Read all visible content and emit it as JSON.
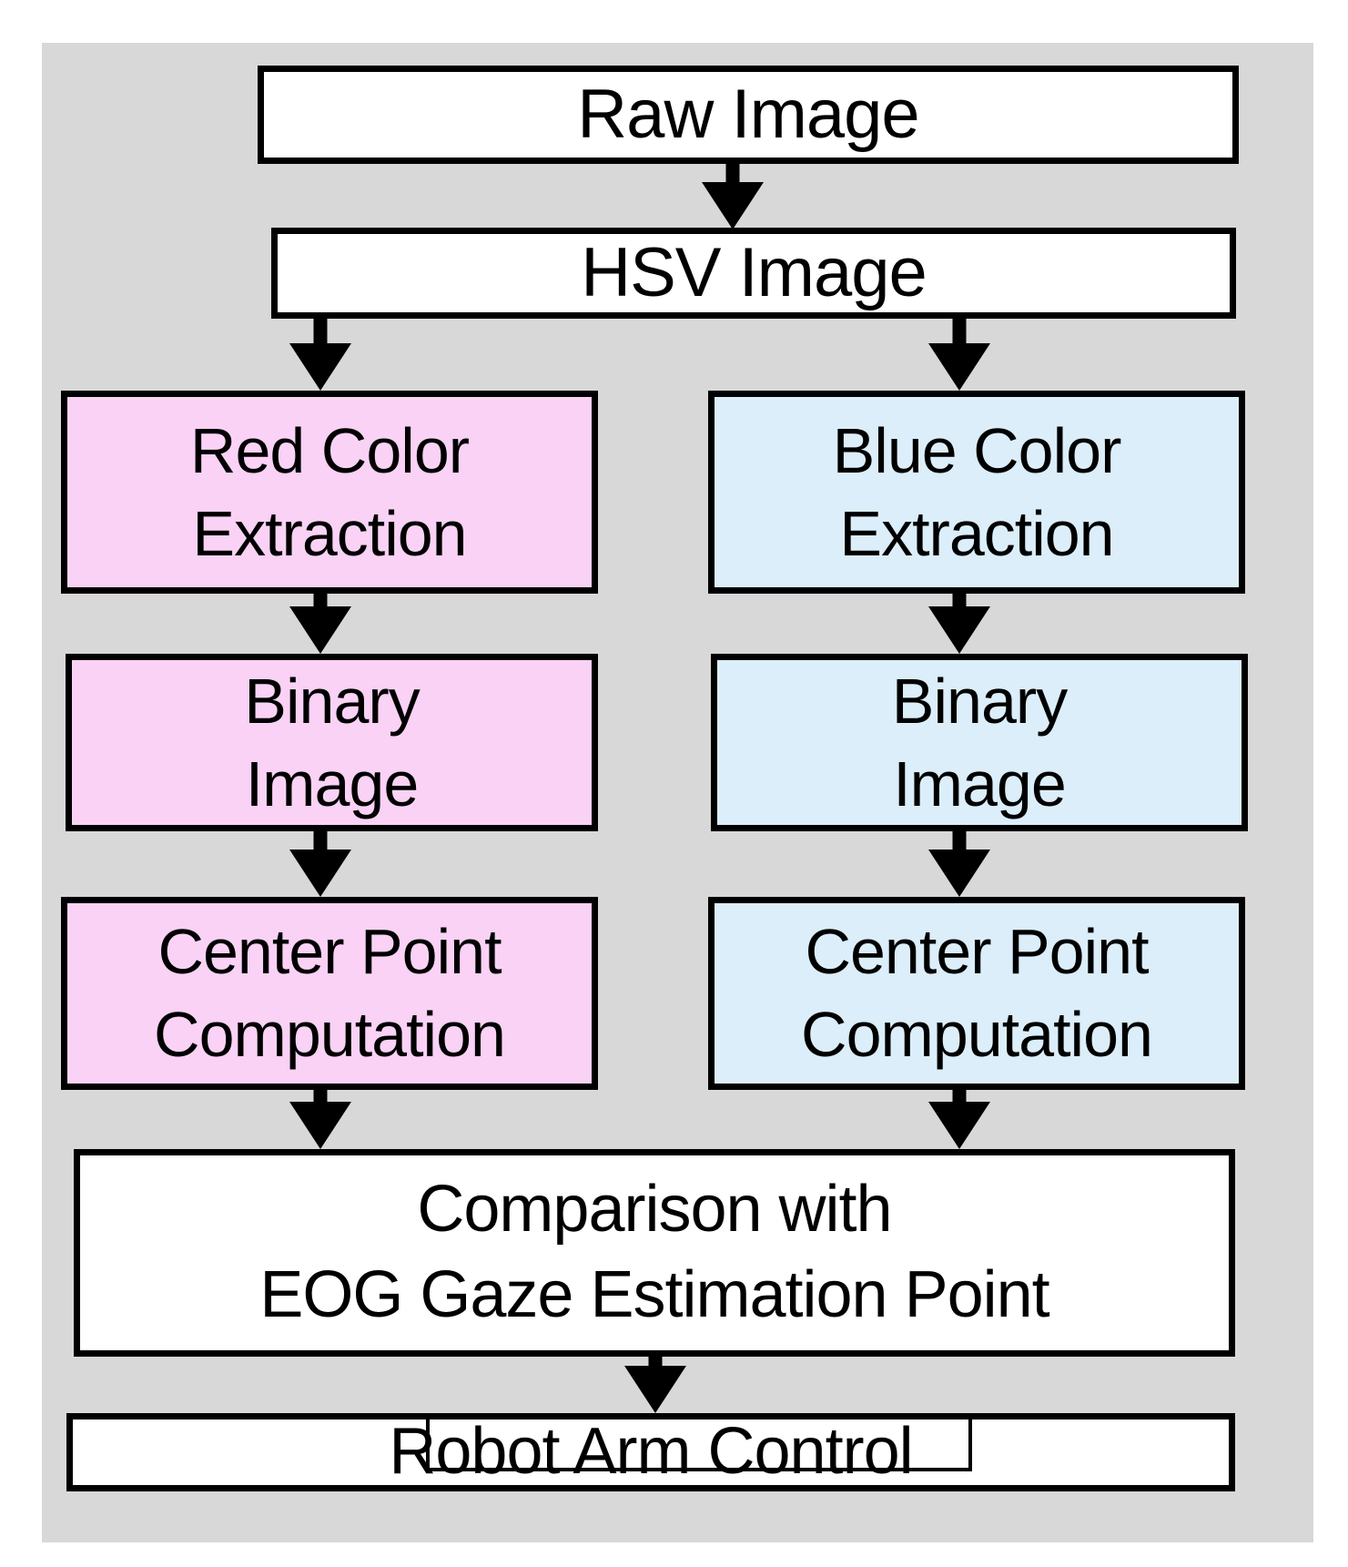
{
  "diagram": {
    "description_colors": {
      "panel_background": "#d8d8d8",
      "white_box_fill": "#ffffff",
      "pink_box_fill": "#f9d2f5",
      "blue_box_fill": "#dbeef9",
      "box_border": "#000000",
      "arrow": "#000000",
      "text": "#000000"
    },
    "nodes": {
      "raw": {
        "label": "Raw Image",
        "fill": "#ffffff"
      },
      "hsv": {
        "label": "HSV Image",
        "fill": "#ffffff"
      },
      "red_extraction": {
        "lines": [
          "Red Color",
          "Extraction"
        ],
        "fill": "#f9d2f5"
      },
      "blue_extraction": {
        "lines": [
          "Blue Color",
          "Extraction"
        ],
        "fill": "#dbeef9"
      },
      "red_binary": {
        "lines": [
          "Binary",
          "Image"
        ],
        "fill": "#f9d2f5"
      },
      "blue_binary": {
        "lines": [
          "Binary",
          "Image"
        ],
        "fill": "#dbeef9"
      },
      "red_center": {
        "lines": [
          "Center Point",
          "Computation"
        ],
        "fill": "#f9d2f5"
      },
      "blue_center": {
        "lines": [
          "Center Point",
          "Computation"
        ],
        "fill": "#dbeef9"
      },
      "comparison": {
        "lines": [
          "Comparison with",
          "EOG Gaze Estimation Point"
        ],
        "fill": "#ffffff"
      },
      "robot": {
        "label": "Robot Arm Control",
        "fill": "#ffffff"
      }
    },
    "edges": [
      {
        "from": "raw",
        "to": "hsv"
      },
      {
        "from": "hsv",
        "to": "red_extraction"
      },
      {
        "from": "hsv",
        "to": "blue_extraction"
      },
      {
        "from": "red_extraction",
        "to": "red_binary"
      },
      {
        "from": "blue_extraction",
        "to": "blue_binary"
      },
      {
        "from": "red_binary",
        "to": "red_center"
      },
      {
        "from": "blue_binary",
        "to": "blue_center"
      },
      {
        "from": "red_center",
        "to": "comparison"
      },
      {
        "from": "blue_center",
        "to": "comparison"
      },
      {
        "from": "comparison",
        "to": "robot"
      }
    ]
  }
}
